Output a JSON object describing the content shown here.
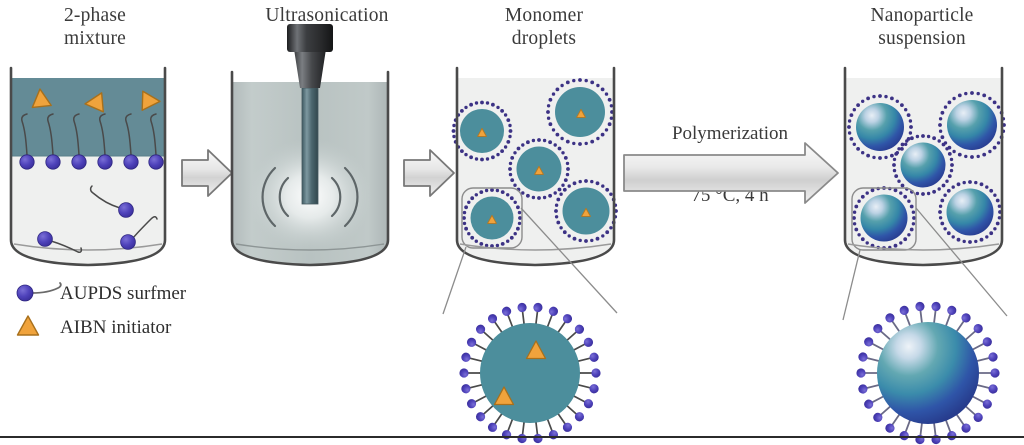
{
  "figure": {
    "kind": "process-scheme",
    "caption_rule": true,
    "background": "#ffffff"
  },
  "stages": [
    {
      "id": "two-phase",
      "title_line1": "2-phase",
      "title_line2": "mixture"
    },
    {
      "id": "ultrasonication",
      "title_line1": "Ultrasonication",
      "title_line2": ""
    },
    {
      "id": "monomer-droplets",
      "title_line1": "Monomer",
      "title_line2": "droplets"
    },
    {
      "id": "nanoparticle-suspension",
      "title_line1": "Nanoparticle",
      "title_line2": "suspension"
    }
  ],
  "process_arrow": {
    "label_top": "Polymerization",
    "label_bottom": "75 °C, 4 h"
  },
  "legend": {
    "items": [
      {
        "icon": "surfmer-icon",
        "label": "AUPDS surfmer"
      },
      {
        "icon": "triangle-icon",
        "label": "AIBN initiator"
      }
    ]
  },
  "colors": {
    "organic_phase": "#648b96",
    "aqueous_phase": "#eff0ef",
    "droplet_teal": "#4c8e9c",
    "surfmer_head": "#4a3fb5",
    "initiator_orange": "#f0a33c",
    "initiator_outline": "#b8781f",
    "beaker_outline": "#4a4a4a",
    "arrow_fill": "#dcdcdc",
    "arrow_outline": "#6e6e6e",
    "probe_dark": "#2f3033",
    "nanoparticle_blue": "#2f4fa8",
    "nanoparticle_teal": "#3d8fa0",
    "text": "#3a3a3a"
  },
  "beaker1": {
    "name": "2-phase mixture beaker",
    "phases": [
      "organic top layer",
      "aqueous bottom layer"
    ],
    "initiator_count": 3,
    "interface_surfmer_count": 6,
    "free_surfmer_count": 3
  },
  "beaker2": {
    "name": "ultrasonication beaker",
    "probe": "ultrasonic horn",
    "wave_arcs": 4,
    "glow": true
  },
  "beaker3": {
    "name": "monomer droplet beaker",
    "droplet_count": 5,
    "corona": "dotted surfmer shell",
    "inset_highlight": true
  },
  "beaker4": {
    "name": "nanoparticle suspension beaker",
    "particle_count": 5,
    "corona": "dotted surfmer shell",
    "inset_highlight": true
  },
  "inset_droplet": {
    "name": "magnified monomer droplet",
    "initiator_count": 2,
    "surfmer_count": 26
  },
  "inset_particle": {
    "name": "magnified nanoparticle",
    "surfmer_count": 26
  }
}
